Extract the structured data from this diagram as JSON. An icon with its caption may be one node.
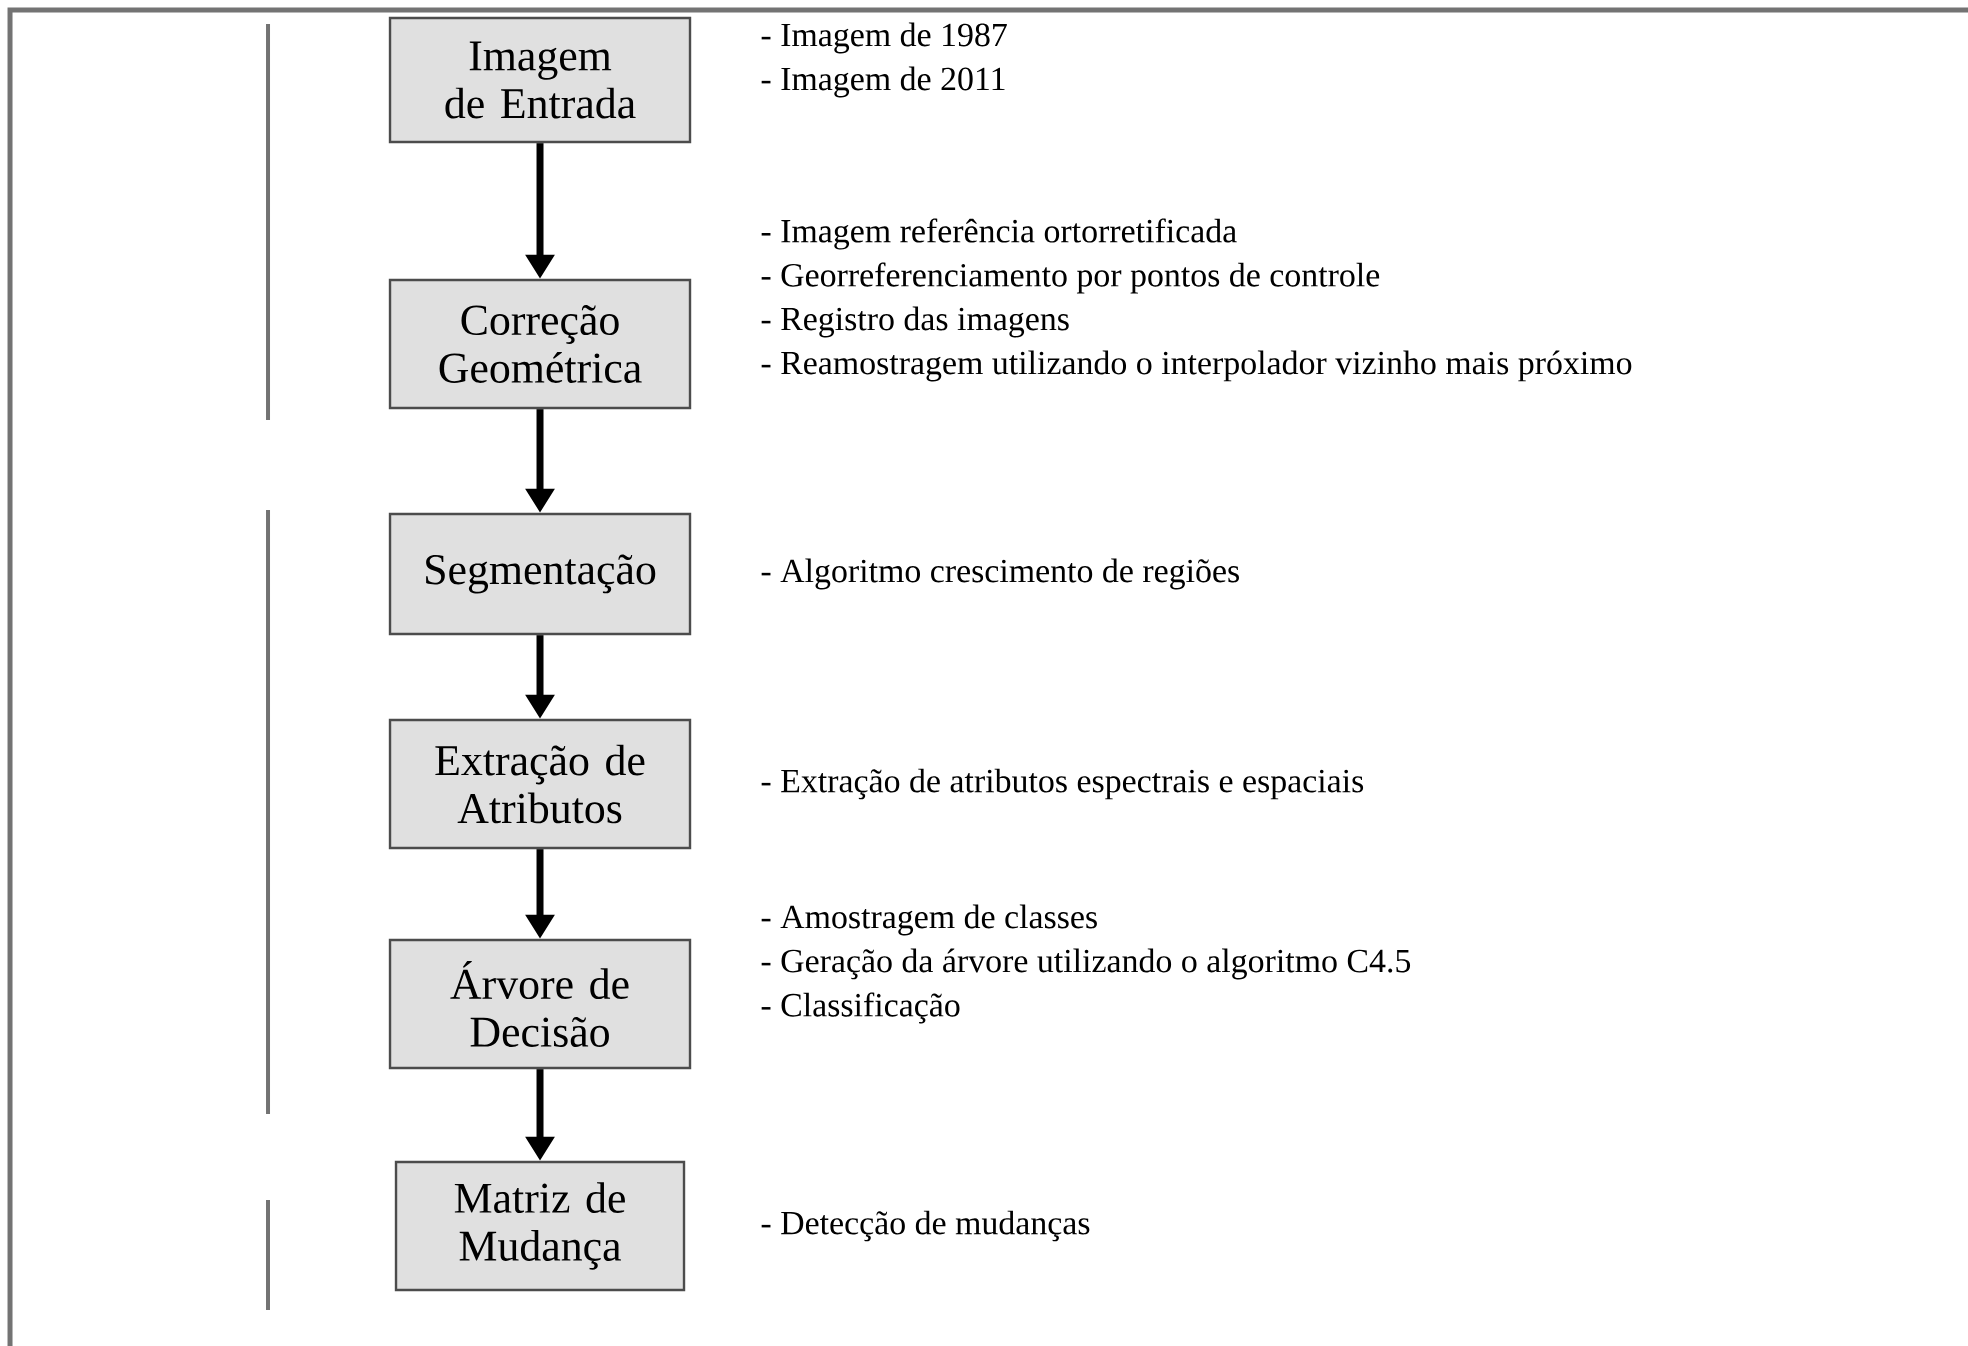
{
  "diagram": {
    "nodes": [
      {
        "text": [
          "Imagem de Entrada"
        ],
        "beside": [
          "- Imagem de 1987",
          "- Imagem de 2011"
        ]
      },
      {
        "text": [
          "Correção Geométrica"
        ],
        "beside": [
          "- Imagem referência ortorretificada",
          "- Georreferenciamento por pontos de controle",
          "- Registro das imagens",
          "- Reamostragem utilizando o interpolador vizinho mais próximo"
        ]
      },
      {
        "text": [
          "Segmentação"
        ],
        "beside": [
          "- Algoritmo crescimento de regiões"
        ]
      },
      {
        "text": [
          "Extração de Atributos"
        ],
        "beside": [
          "- Extração de atributos espectrais e espaciais"
        ]
      },
      {
        "text": [
          "Árvore de Decisão"
        ],
        "beside": [
          "- Amostragem de classes",
          "- Geração da árvore utilizando o algoritmo C4.5",
          "- Classificação"
        ]
      },
      {
        "text": [
          "Matriz de Mudança"
        ],
        "beside": [
          "- Detecção de mudanças"
        ]
      }
    ],
    "edges": [
      {
        "from": 0,
        "to": 1,
        "arrow": "to"
      },
      {
        "from": 1,
        "to": 2,
        "arrow": "to"
      },
      {
        "from": 2,
        "to": 3,
        "arrow": "to"
      },
      {
        "from": 3,
        "to": 4,
        "arrow": "to"
      },
      {
        "from": 4,
        "to": 5,
        "arrow": "to"
      }
    ]
  }
}
